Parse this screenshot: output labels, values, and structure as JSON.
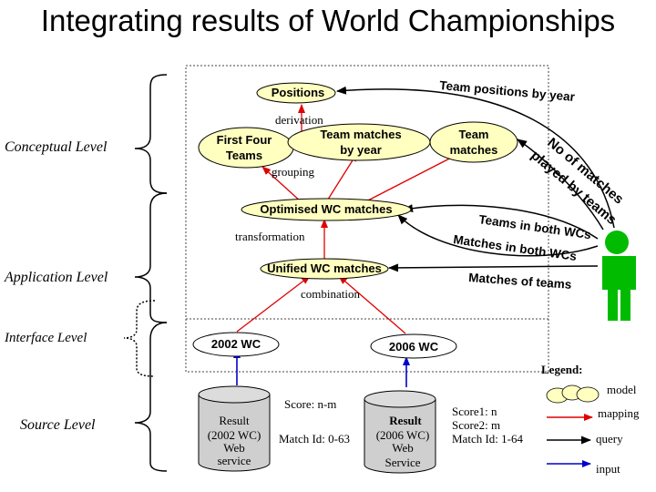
{
  "title": "Integrating results of World Championships",
  "levels": {
    "conceptual": "Conceptual Level",
    "application": "Application Level",
    "interface": "Interface Level",
    "source": "Source Level"
  },
  "models": {
    "positions": "Positions",
    "first_four_1": "First Four",
    "first_four_2": "Teams",
    "team_matches_year_1": "Team  matches",
    "team_matches_year_2": "by year",
    "team_matches_1": "Team",
    "team_matches_2": "matches",
    "optimised": "Optimised  WC matches",
    "unified": "Unified WC matches"
  },
  "mappings": {
    "derivation": "derivation",
    "grouping": "grouping",
    "transformation": "transformation",
    "combination": "combination"
  },
  "queries": {
    "team_positions": "Team positions by year",
    "no_matches_1": "No of matches",
    "no_matches_2": "played by teams",
    "teams_in_both": "Teams in both WCs",
    "matches_in_both": "Matches in both WCs",
    "matches_of_teams": "Matches of teams"
  },
  "interfaces": {
    "wc2002": "2002 WC",
    "wc2006": "2006 WC"
  },
  "sources": {
    "s1_l1": "Result",
    "s1_l2": "(2002 WC)",
    "s1_l3": "Web",
    "s1_l4": "service",
    "s1_score": "Score: n-m",
    "s1_match": "Match Id: 0-63",
    "s2_l1": "Result",
    "s2_l2": "(2006 WC)",
    "s2_l3": "Web",
    "s2_l4": "Service",
    "s2_score1": "Score1: n",
    "s2_score2": "Score2: m",
    "s2_match": "Match Id: 1-64"
  },
  "legend": {
    "title": "Legend:",
    "model": "model",
    "mapping": "mapping",
    "query": "query",
    "input": "input"
  },
  "colors": {
    "model_fill": "#ffffc0",
    "input_arrow": "#0000cc",
    "mapping_arrow": "#e00000",
    "query_arrow": "#000000",
    "user_figure": "#00bb00",
    "source_cylinder": "#cfcfcf"
  }
}
